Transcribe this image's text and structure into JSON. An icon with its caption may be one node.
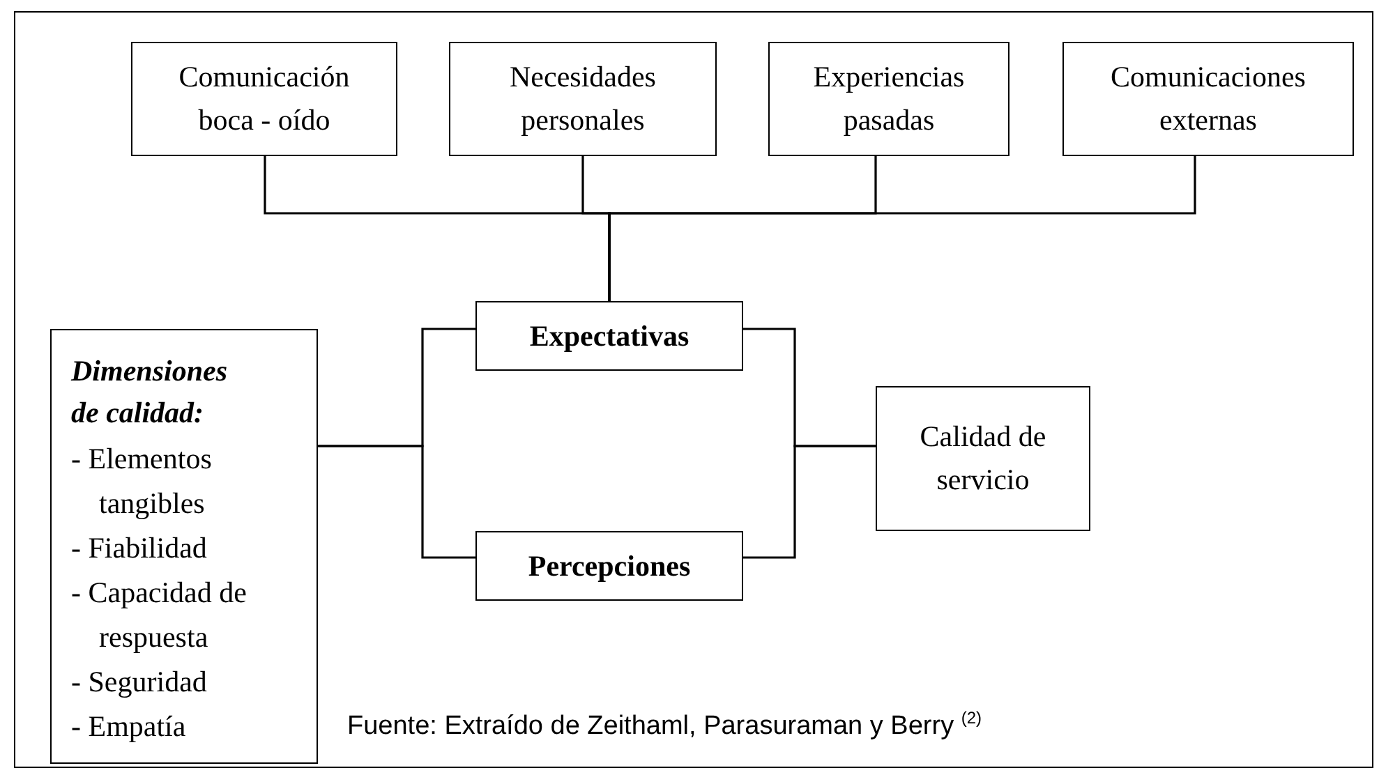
{
  "diagram": {
    "caption": "Fuente: Extraído de Zeithaml, Parasuraman y Berry $^{(2)}$",
    "nodes": [
      {
        "text": [
          "Comunicación boca - oído"
        ]
      },
      {
        "text": [
          "Necesidades personales"
        ]
      },
      {
        "text": [
          "Experiencias pasadas"
        ]
      },
      {
        "text": [
          "Comunicaciones externas"
        ]
      },
      {
        "text": [
          "Expectativas"
        ]
      },
      {
        "text": [
          "Dimensiones de calidad:",
          "- Elementos tangibles",
          "- Fiabilidad",
          "- Capacidad de respuesta",
          "- Seguridad",
          "- Empatía"
        ]
      },
      {
        "text": [
          "Calidad de servicio"
        ]
      },
      {
        "text": [
          "Percepciones"
        ]
      }
    ],
    "edges": [
      {
        "from": 0,
        "to": 4,
        "arrow": "none"
      },
      {
        "from": 1,
        "to": 4,
        "arrow": "none"
      },
      {
        "from": 2,
        "to": 4,
        "arrow": "none"
      },
      {
        "from": 3,
        "to": 4,
        "arrow": "none"
      },
      {
        "from": 5,
        "to": 4,
        "arrow": "none"
      },
      {
        "from": 5,
        "to": 7,
        "arrow": "none"
      },
      {
        "from": 4,
        "to": 6,
        "arrow": "none"
      },
      {
        "from": 7,
        "to": 6,
        "arrow": "none"
      }
    ]
  }
}
